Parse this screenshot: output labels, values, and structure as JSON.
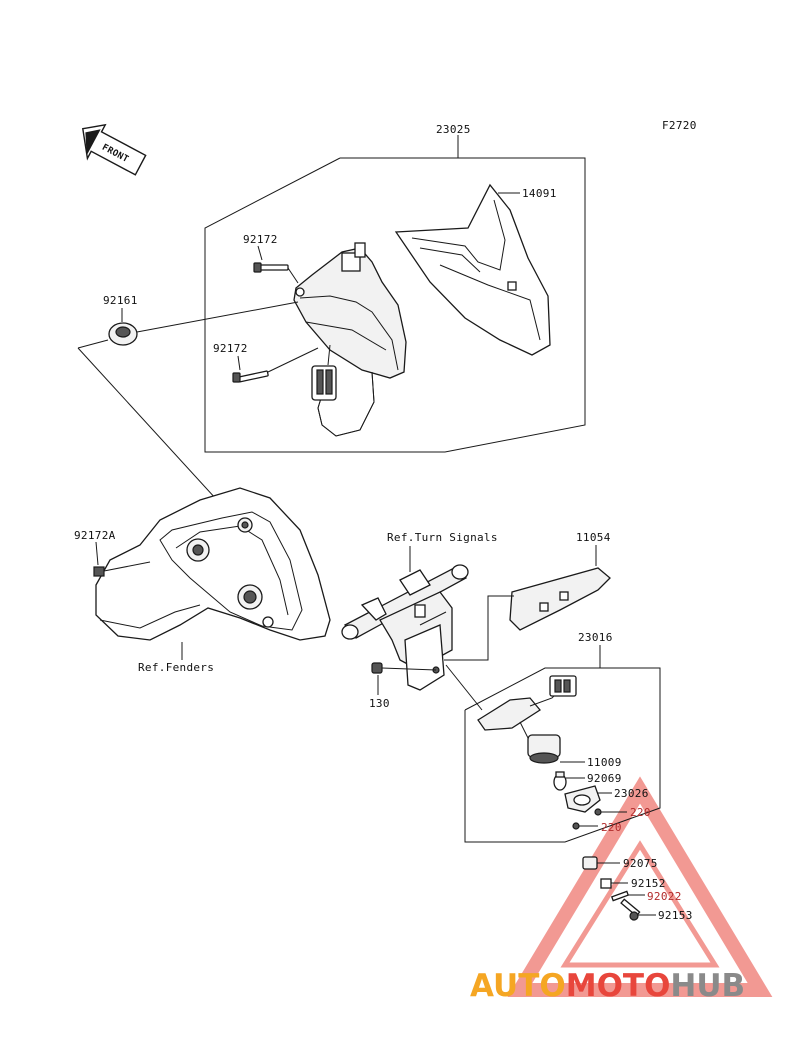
{
  "figure_code": "F2720",
  "front_label": "FRONT",
  "refs": {
    "turn_signals": "Ref.Turn Signals",
    "fenders": "Ref.Fenders"
  },
  "parts": {
    "p23025": "23025",
    "p14091": "14091",
    "p92172_upper": "92172",
    "p92172_lower": "92172",
    "p92161": "92161",
    "p92172A": "92172A",
    "p11054": "11054",
    "p23016": "23016",
    "p130": "130",
    "p11009": "11009",
    "p92069": "92069",
    "p23026": "23026",
    "p220_a": "220",
    "p220_b": "220",
    "p92075": "92075",
    "p92152": "92152",
    "p92022": "92022",
    "p92153": "92153"
  },
  "watermark": {
    "part1": "AUTO",
    "part2": "MOTO",
    "part3": "HUB",
    "colors": {
      "orange": "#f5a623",
      "red": "#e8463c",
      "gray": "#8a8a8a"
    }
  }
}
